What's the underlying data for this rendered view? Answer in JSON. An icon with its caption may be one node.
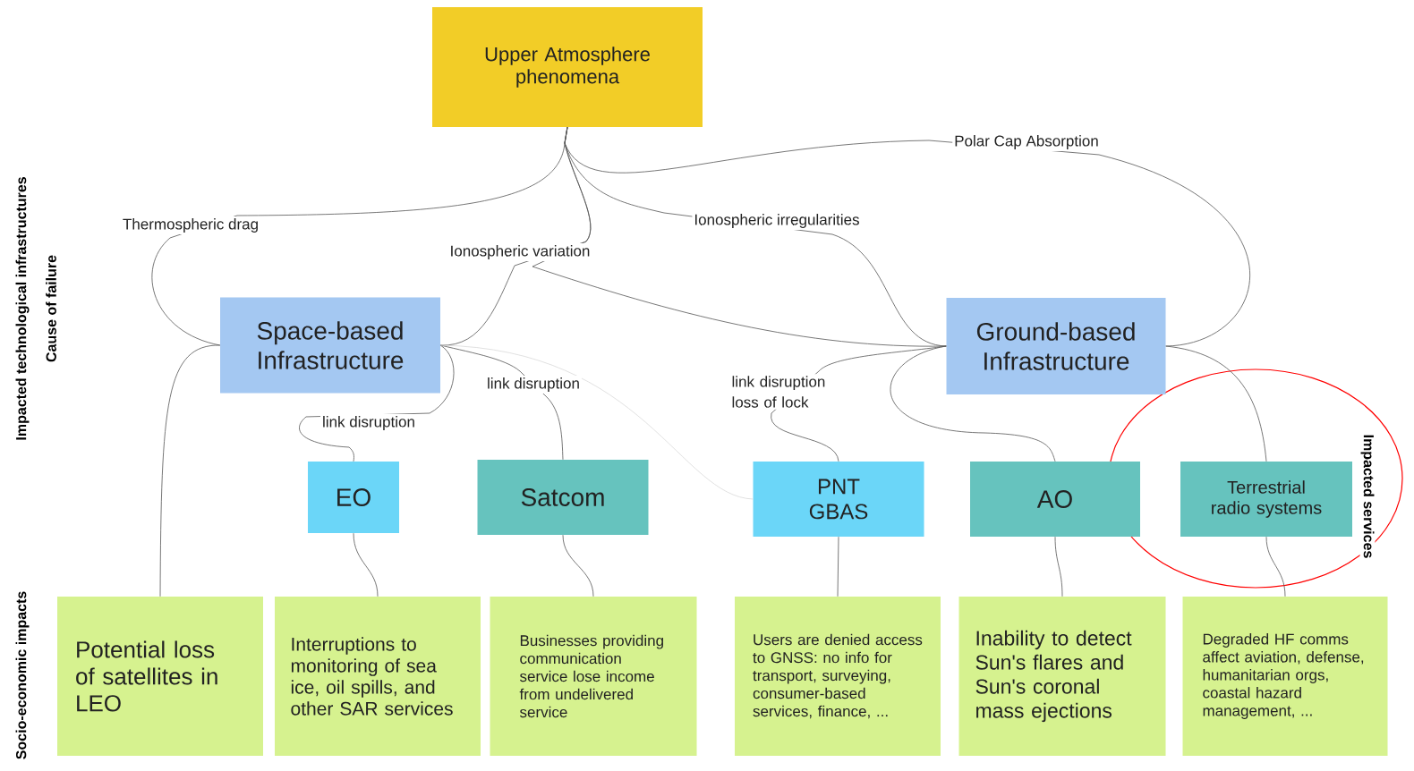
{
  "diagram": {
    "nodes": [
      {
        "text": [
          "Upper Atmosphere phenomena"
        ]
      },
      {
        "text": [
          "Space-based Infrastructure"
        ]
      },
      {
        "text": [
          "Ground-based Infrastructure"
        ]
      },
      {
        "text": [
          "EO"
        ]
      },
      {
        "text": [
          "Satcom"
        ]
      },
      {
        "text": [
          "PNT GBAS"
        ]
      },
      {
        "text": [
          "AO"
        ]
      },
      {
        "text": [
          "Terrestrial radio systems"
        ]
      },
      {
        "text": [
          "Potential loss of satellites in LEO"
        ]
      },
      {
        "text": [
          "Interruptions to monitoring of sea ice, oil spills, and other SAR services"
        ]
      },
      {
        "text": [
          "Businesses providing communication service lose income from undelivered service"
        ]
      },
      {
        "text": [
          "Users are denied access to GNSS: no info for transport, surveying, consumer-based services, finance, ..."
        ]
      },
      {
        "text": [
          "Inability to detect Sun's flares and Sun's coronal mass ejections"
        ]
      },
      {
        "text": [
          "Degraded HF comms affect aviation, defense, humanitarian orgs, coastal hazard management, ..."
        ]
      }
    ],
    "edges": [
      {
        "from": 0,
        "to": 1,
        "arrow": "none",
        "label": "Thermospheric drag"
      },
      {
        "from": 0,
        "to": 1,
        "arrow": "none",
        "label": "Ionospheric variation"
      },
      {
        "from": 0,
        "to": 2,
        "arrow": "none"
      },
      {
        "from": 0,
        "to": 2,
        "arrow": "none",
        "label": "Ionospheric irregularities"
      },
      {
        "from": 0,
        "to": 2,
        "arrow": "none",
        "label": "Polar Cap Absorption"
      },
      {
        "from": 1,
        "to": 8,
        "arrow": "none"
      },
      {
        "from": 1,
        "to": 3,
        "arrow": "none",
        "label": "link disruption"
      },
      {
        "from": 1,
        "to": 4,
        "arrow": "none",
        "label": "link disruption"
      },
      {
        "from": 1,
        "to": 5,
        "arrow": "none",
        "color": "#d9d9d9"
      },
      {
        "from": 2,
        "to": 5,
        "arrow": "none",
        "label": "link disruption loss of lock"
      },
      {
        "from": 2,
        "to": 6,
        "arrow": "none"
      },
      {
        "from": 2,
        "to": 7,
        "arrow": "none"
      },
      {
        "from": 3,
        "to": 9,
        "arrow": "none"
      },
      {
        "from": 4,
        "to": 10,
        "arrow": "none"
      },
      {
        "from": 5,
        "to": 11,
        "arrow": "none"
      },
      {
        "from": 6,
        "to": 12,
        "arrow": "none"
      },
      {
        "from": 7,
        "to": 13,
        "arrow": "none"
      }
    ],
    "labels": [
      "Impacted technological infrastructures",
      "Cause of failure",
      "Impacted services",
      "Socio-economic impacts"
    ]
  }
}
